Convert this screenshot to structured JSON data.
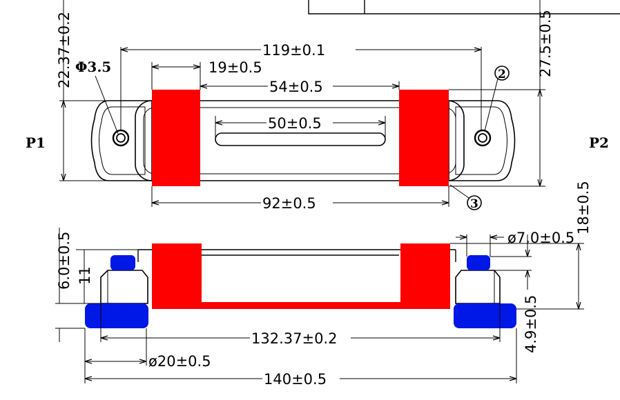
{
  "colors": {
    "conductor_red": "#ff0000",
    "terminal_blue": "#0018e6",
    "line": "#000000",
    "background": "#ffffff"
  },
  "labels": {
    "port_left": "P1",
    "port_right": "P2",
    "hole_dia": "Φ3.5",
    "callout_2": "2",
    "callout_3": "3"
  },
  "dims": {
    "top_overall": "119±0.1",
    "inner_19": "19±0.5",
    "inner_54": "54±0.5",
    "inner_50": "50±0.5",
    "bottom_92": "92±0.5",
    "left_vertical": "22.37±0.2",
    "right_vertical": "27.5±0.5",
    "right_18": "18±0.5",
    "side_6": "6.0±0.5",
    "side_11": "11",
    "dia_7": "ø7.0±0.5",
    "height_4_9": "4.9±0.5",
    "width_132": "132.37±0.2",
    "dia_20": "ø20±0.5",
    "width_140": "140±0.5"
  }
}
